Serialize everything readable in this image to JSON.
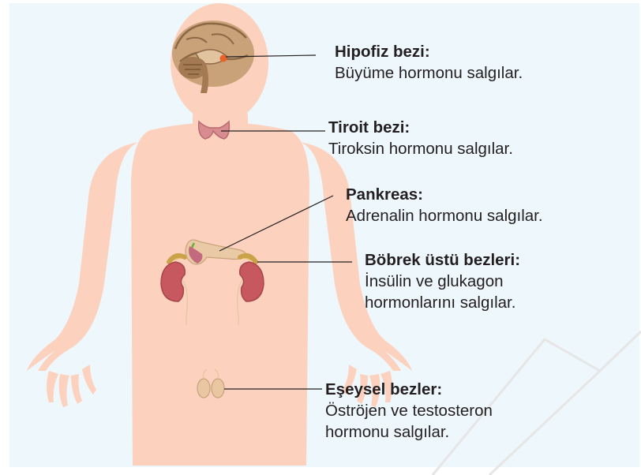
{
  "labels": [
    {
      "title": "Hipofiz bezi:",
      "lines": [
        "Büyüme hormonu salgılar."
      ]
    },
    {
      "title": "Tiroit bezi:",
      "lines": [
        "Tiroksin hormonu salgılar."
      ]
    },
    {
      "title": "Pankreas:",
      "lines": [
        "Adrenalin hormonu salgılar."
      ]
    },
    {
      "title": "Böbrek üstü bezleri:",
      "lines": [
        "İnsülin ve glukagon",
        "hormonlarını salgılar."
      ]
    },
    {
      "title": "Eşeysel bezler:",
      "lines": [
        "Öströjen ve testosteron",
        "hormonu salgılar."
      ]
    }
  ],
  "colors": {
    "background": "#eef7fc",
    "body": "#fcd2bf",
    "brain": "#c9a27a",
    "thyroid": "#d98c8f",
    "kidney": "#c8585f",
    "adrenal": "#e4c16a",
    "pancreas": "#e9c9a6",
    "gonad": "#e9c7a3",
    "leader_line": "#231f20",
    "watermark": "#e8e8e8"
  }
}
